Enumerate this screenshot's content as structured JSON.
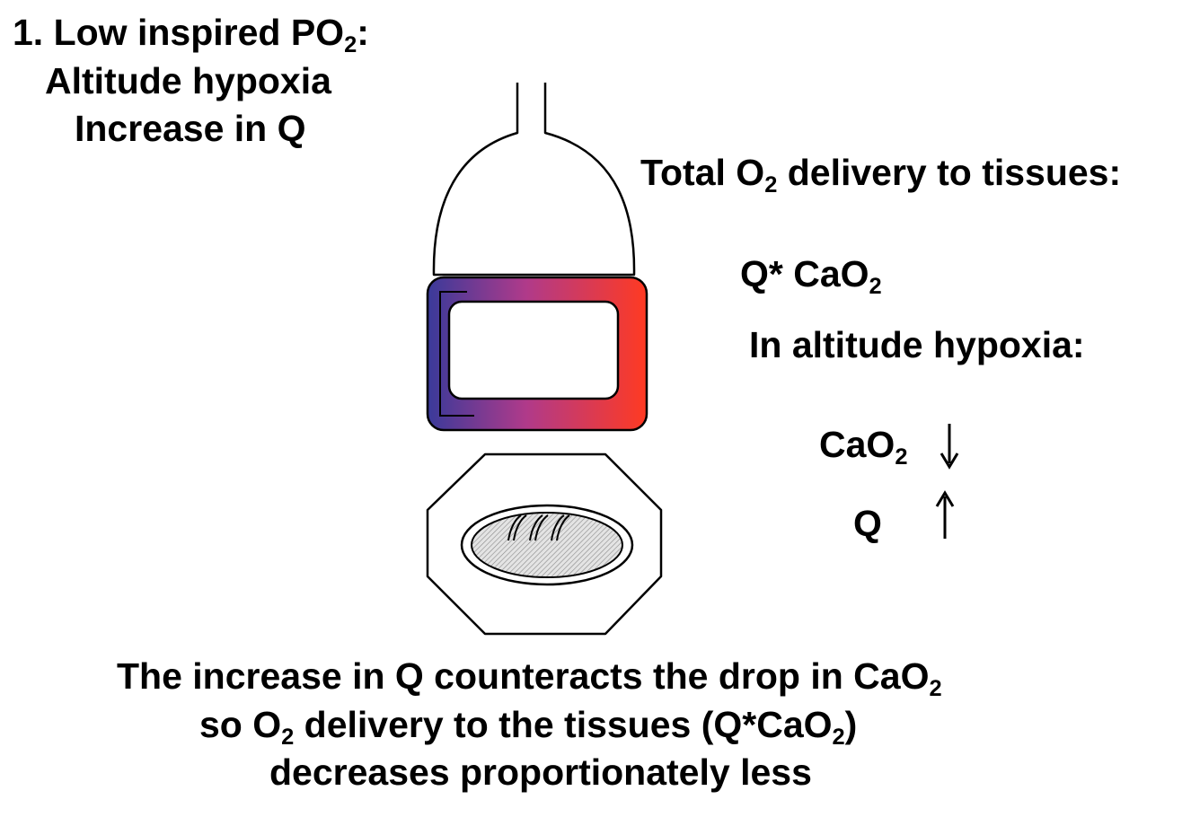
{
  "heading": {
    "line1_prefix": "1.  Low inspired PO",
    "line1_sub": "2",
    "line1_suffix": ":",
    "line2": "Altitude hypoxia",
    "line3": "Increase in Q"
  },
  "right_panel": {
    "total_prefix": "Total O",
    "total_sub": "2",
    "total_suffix": " delivery to tissues:",
    "formula_prefix": "Q* CaO",
    "formula_sub": "2",
    "altitude_label": "In altitude hypoxia:",
    "cao2_prefix": "CaO",
    "cao2_sub": "2",
    "q_label": "Q"
  },
  "conclusion": {
    "line1_prefix": "The increase in Q counteracts the drop in CaO",
    "line1_sub": "2",
    "line2_a": "so O",
    "line2_sub1": "2",
    "line2_b": " delivery to the tissues (Q*CaO",
    "line2_sub2": "2",
    "line2_c": ")",
    "line3": "decreases proportionately less"
  },
  "colors": {
    "venous_blue": "#3a3a9a",
    "arterial_red": "#ff3a22",
    "mid_magenta": "#b03a8a",
    "outline": "#000000"
  }
}
